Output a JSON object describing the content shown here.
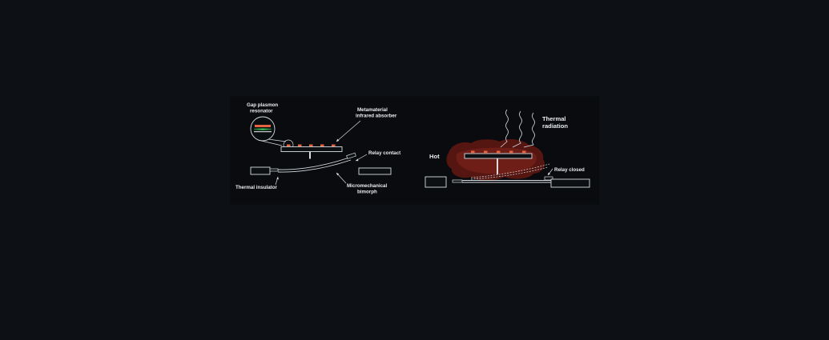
{
  "left_panel": {
    "labels": {
      "gap_plasmon_1": "Gap plasmon",
      "gap_plasmon_2": "resonator",
      "metamaterial_1": "Metamaterial",
      "metamaterial_2": "infrared absorber",
      "relay_contact": "Relay contact",
      "thermal_insulator": "Thermal insulator",
      "micromechanical_1": "Micromechanical",
      "micromechanical_2": "bimorph"
    }
  },
  "right_panel": {
    "labels": {
      "thermal_radiation_1": "Thermal",
      "thermal_radiation_2": "radiation",
      "hot": "Hot",
      "relay_closed": "Relay closed"
    }
  },
  "colors": {
    "background": "#0d1115",
    "panel": "#090b0e",
    "line": "#d9dde1",
    "resonator": "#e5643f",
    "hot_glow": "#6a1a16",
    "green_band": "#37b24d"
  }
}
